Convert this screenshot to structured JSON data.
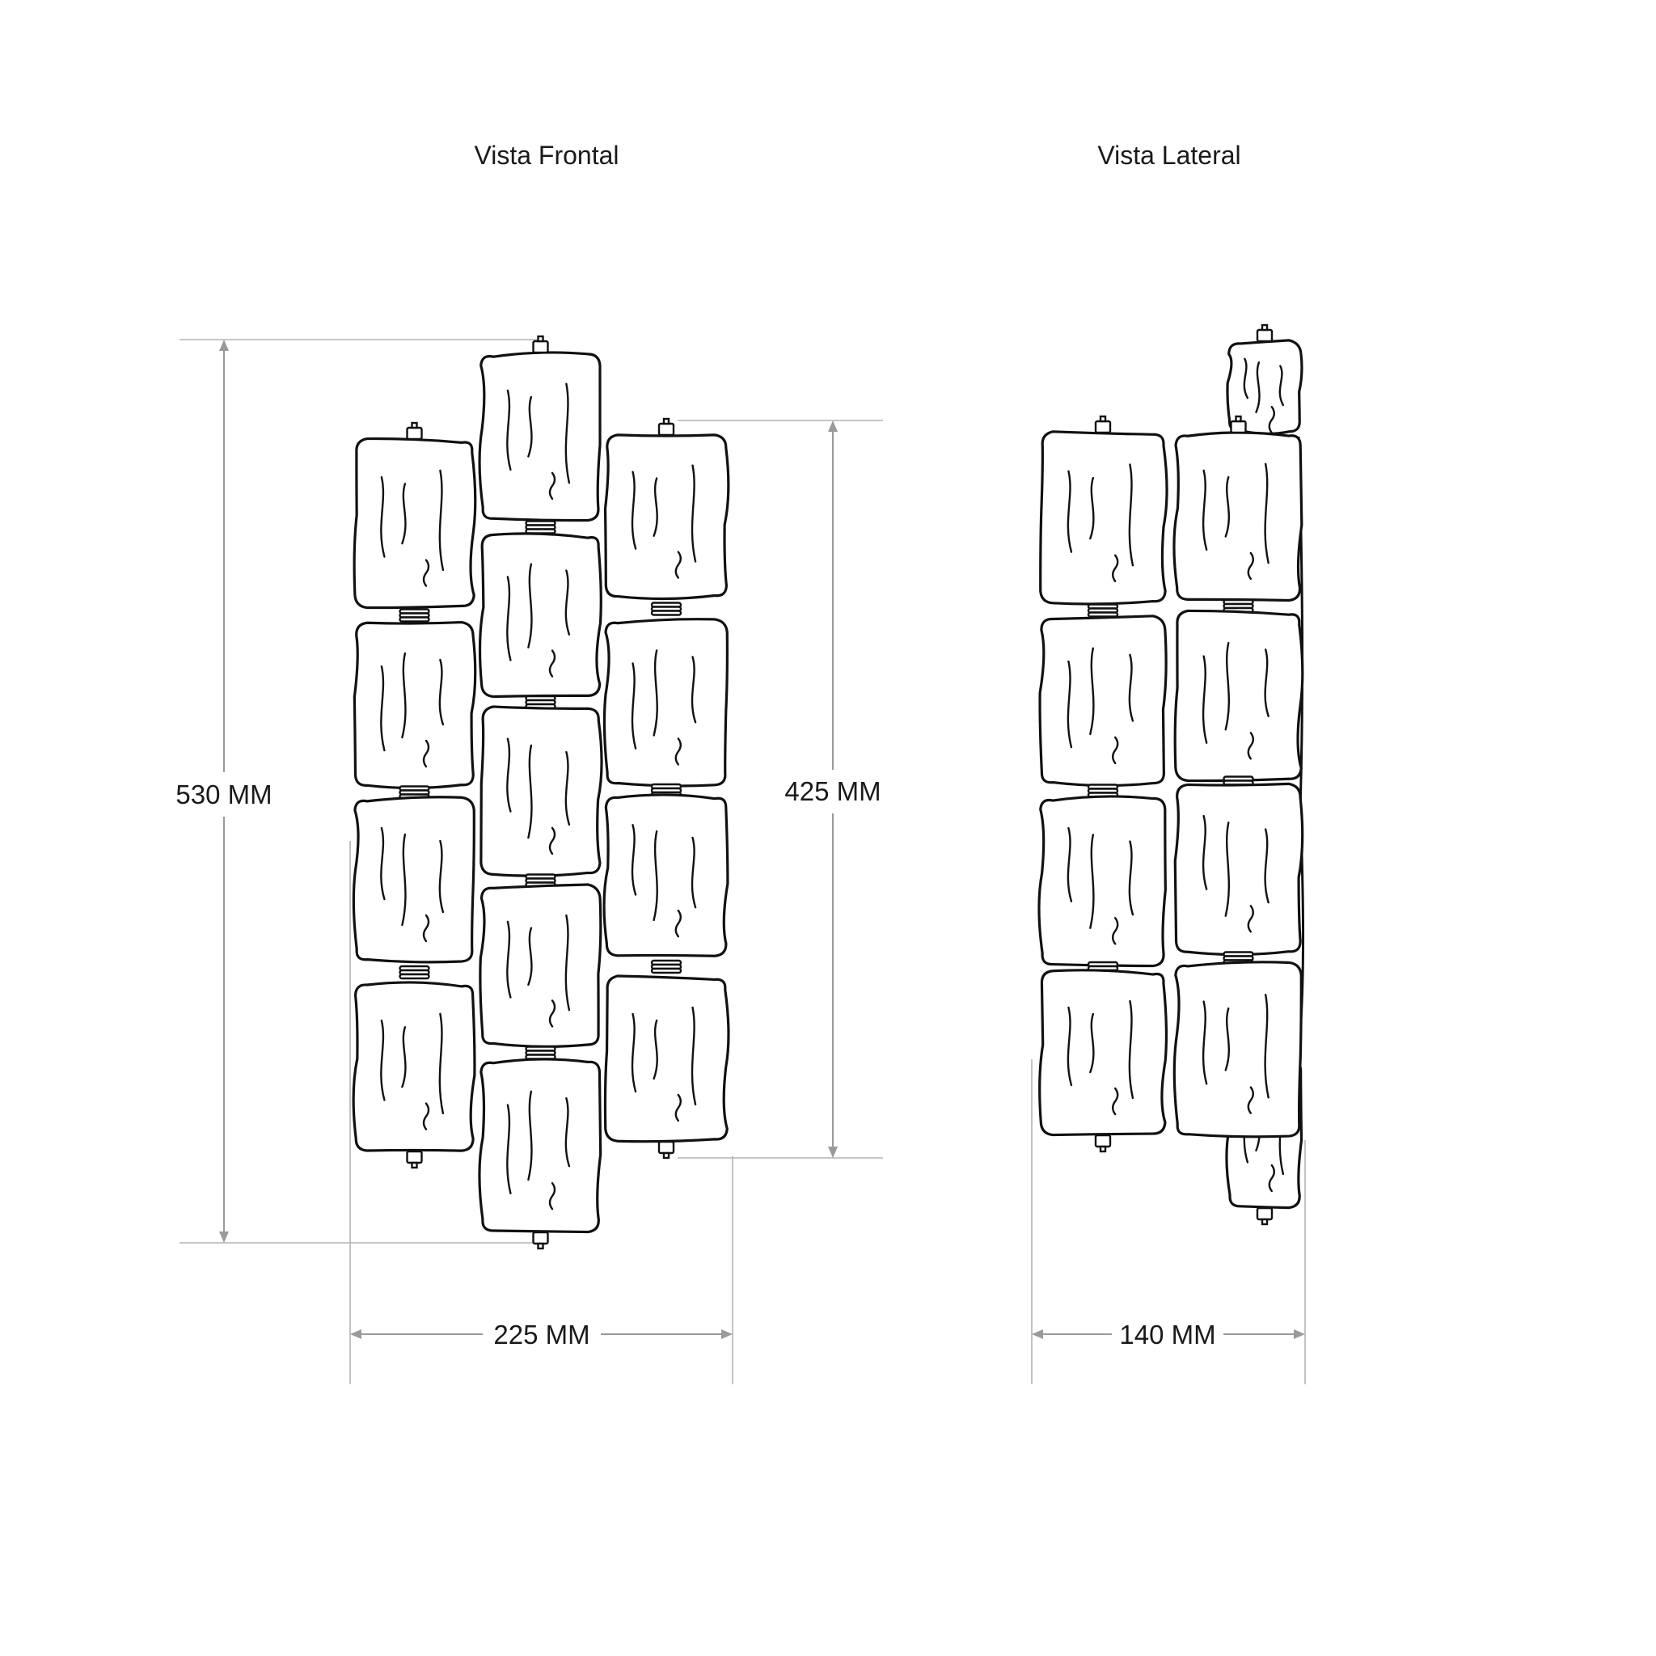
{
  "views": {
    "front": {
      "title": "Vista Frontal"
    },
    "side": {
      "title": "Vista Lateral"
    }
  },
  "dimensions": {
    "total_height": "530 MM",
    "column_height": "425 MM",
    "front_width": "225 MM",
    "side_depth": "140 MM"
  },
  "colors": {
    "line": "#111111",
    "dimension": "#9a9a9a",
    "background": "#ffffff"
  }
}
